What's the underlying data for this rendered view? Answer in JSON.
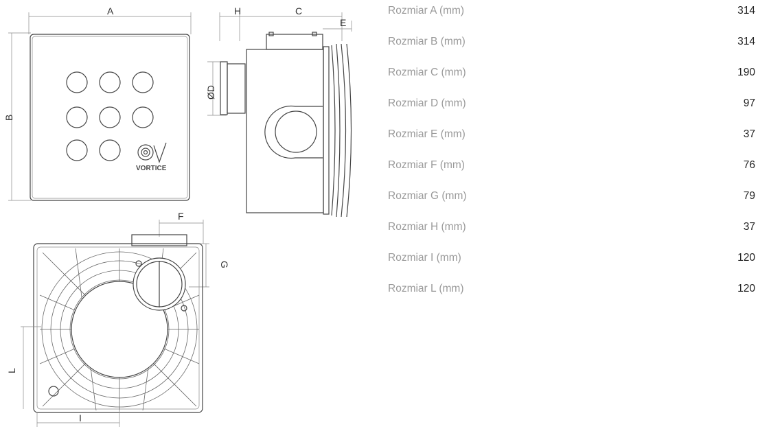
{
  "drawing": {
    "labels": {
      "A": "A",
      "B": "B",
      "C": "C",
      "D": "ØD",
      "E": "E",
      "F": "F",
      "G": "G",
      "H": "H",
      "I": "I",
      "L": "L"
    },
    "logo_text": "VORTICE"
  },
  "specs": [
    {
      "label": "Rozmiar A (mm)",
      "value": "314"
    },
    {
      "label": "Rozmiar B (mm)",
      "value": "314"
    },
    {
      "label": "Rozmiar C (mm)",
      "value": "190"
    },
    {
      "label": "Rozmiar D (mm)",
      "value": "97"
    },
    {
      "label": "Rozmiar E (mm)",
      "value": "37"
    },
    {
      "label": "Rozmiar F (mm)",
      "value": "76"
    },
    {
      "label": "Rozmiar G (mm)",
      "value": "79"
    },
    {
      "label": "Rozmiar H (mm)",
      "value": "37"
    },
    {
      "label": "Rozmiar I (mm)",
      "value": "120"
    },
    {
      "label": "Rozmiar L (mm)",
      "value": "120"
    }
  ]
}
